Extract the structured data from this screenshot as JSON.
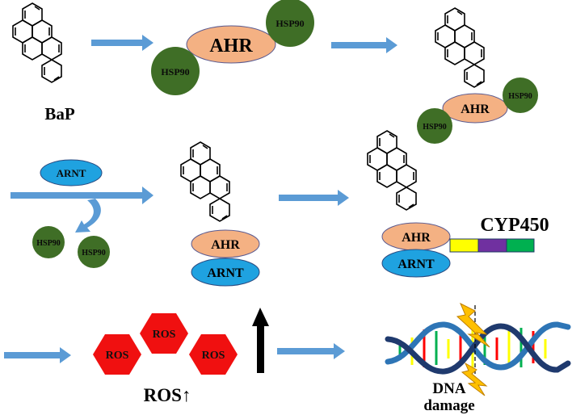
{
  "labels": {
    "bap": "BaP",
    "ahr": "AHR",
    "hsp90": "HSP90",
    "arnt": "ARNT",
    "cyp450": "CYP450",
    "ros": "ROS",
    "ros_up": "ROS↑",
    "dna_line1": "DNA",
    "dna_line2": "damage"
  },
  "colors": {
    "arrow": "#5b9bd5",
    "ahr_fill": "#f4b183",
    "hsp90_fill": "#3f6e26",
    "arnt_fill": "#1fa2e0",
    "ros_fill": "#f01010",
    "cyp_segments": [
      "#ffff00",
      "#7030a0",
      "#00b050"
    ],
    "lightning": "#ffc000"
  }
}
